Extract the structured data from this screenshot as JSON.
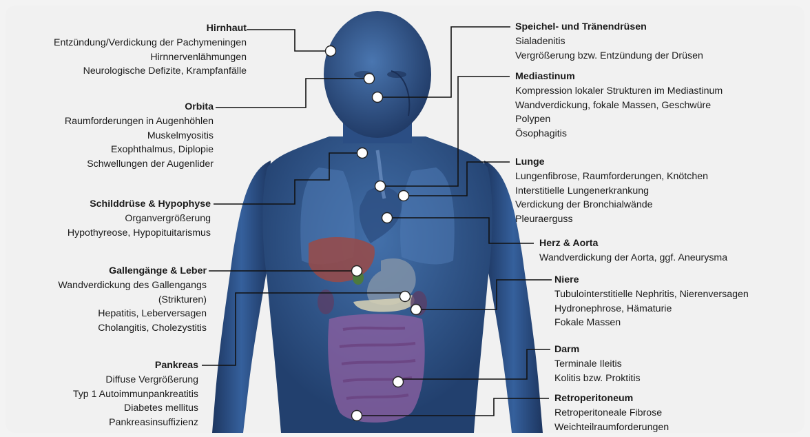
{
  "callouts": {
    "hirnhaut": {
      "title": "Hirnhaut",
      "lines": [
        "Entzündung/Verdickung der Pachymeningen",
        "Hirnnervenlähmungen",
        "Neurologische Defizite, Krampfanfälle"
      ]
    },
    "orbita": {
      "title": "Orbita",
      "lines": [
        "Raumforderungen in Augenhöhlen",
        "Muskelmyositis",
        "Exophthalmus, Diplopie",
        "Schwellungen der Augenlider"
      ]
    },
    "schilddruese": {
      "title": "Schilddrüse & Hypophyse",
      "lines": [
        "Organvergrößerung",
        "Hypothyreose, Hypopituitarismus"
      ]
    },
    "galle": {
      "title": "Gallengänge & Leber",
      "lines": [
        "Wandverdickung des Gallengangs",
        "(Strikturen)",
        "Hepatitis, Leberversagen",
        "Cholangitis, Cholezystitis"
      ]
    },
    "pankreas": {
      "title": "Pankreas",
      "lines": [
        "Diffuse Vergrößerung",
        "Typ 1 Autoimmunpankreatitis",
        "Diabetes mellitus",
        "Pankreasinsuffizienz"
      ]
    },
    "speichel": {
      "title": "Speichel- und Tränendrüsen",
      "lines": [
        "Sialadenitis",
        "Vergrößerung bzw. Entzündung der Drüsen"
      ]
    },
    "mediastinum": {
      "title": "Mediastinum",
      "lines": [
        "Kompression lokaler Strukturen im Mediastinum",
        "Wandverdickung, fokale Massen, Geschwüre",
        "Polypen",
        "Ösophagitis"
      ]
    },
    "lunge": {
      "title": "Lunge",
      "lines": [
        "Lungenfibrose, Raumforderungen, Knötchen",
        "Interstitielle Lungenerkrankung",
        "Verdickung der Bronchialwände",
        "Pleuraerguss"
      ]
    },
    "herz": {
      "title": "Herz & Aorta",
      "lines": [
        "Wandverdickung der Aorta, ggf. Aneurysma"
      ]
    },
    "niere": {
      "title": "Niere",
      "lines": [
        "Tubulointerstitielle Nephritis, Nierenversagen",
        "Hydronephrose, Hämaturie",
        "Fokale Massen"
      ]
    },
    "darm": {
      "title": "Darm",
      "lines": [
        "Terminale Ileitis",
        "Kolitis bzw. Proktitis"
      ]
    },
    "retro": {
      "title": "Retroperitoneum",
      "lines": [
        "Retroperitoneale Fibrose",
        "Weichteilraumforderungen"
      ]
    }
  },
  "colors": {
    "body_dark": "#1f3a66",
    "body_light": "#3e6aa8",
    "line": "#111111",
    "marker": "#ffffff",
    "background": "#f1f1f1"
  }
}
